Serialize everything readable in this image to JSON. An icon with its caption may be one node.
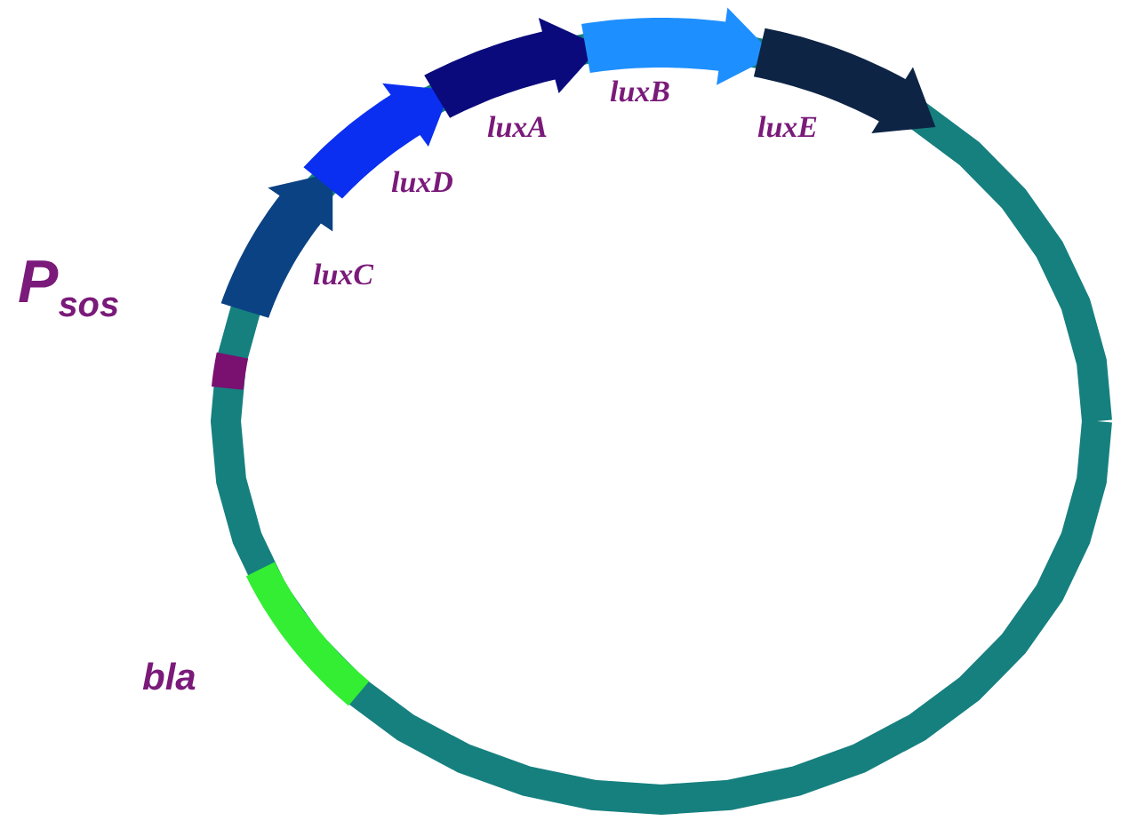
{
  "diagram": {
    "labels": [
      "luxB",
      "luxE",
      "luxA",
      "luxD",
      "P$_{sos}$",
      "luxC",
      "bla"
    ]
  }
}
